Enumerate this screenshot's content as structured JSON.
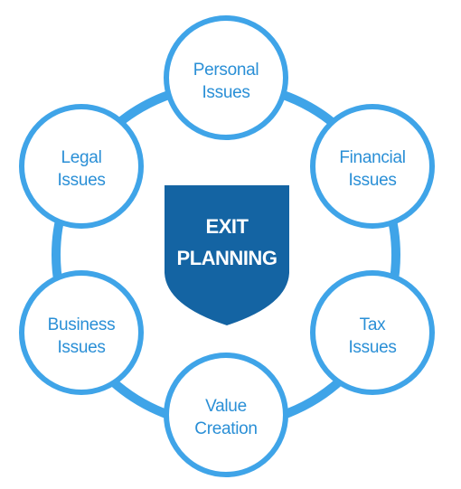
{
  "diagram": {
    "center": {
      "line1": "EXIT",
      "line2": "PLANNING"
    },
    "nodes": [
      {
        "line1": "Personal",
        "line2": "Issues"
      },
      {
        "line1": "Financial",
        "line2": "Issues"
      },
      {
        "line1": "Tax",
        "line2": "Issues"
      },
      {
        "line1": "Value",
        "line2": "Creation"
      },
      {
        "line1": "Business",
        "line2": "Issues"
      },
      {
        "line1": "Legal",
        "line2": "Issues"
      }
    ]
  },
  "colors": {
    "ring": "#3fa4e8",
    "node_text": "#2a8fd6",
    "shield": "#1464a3",
    "center_text": "#ffffff"
  }
}
